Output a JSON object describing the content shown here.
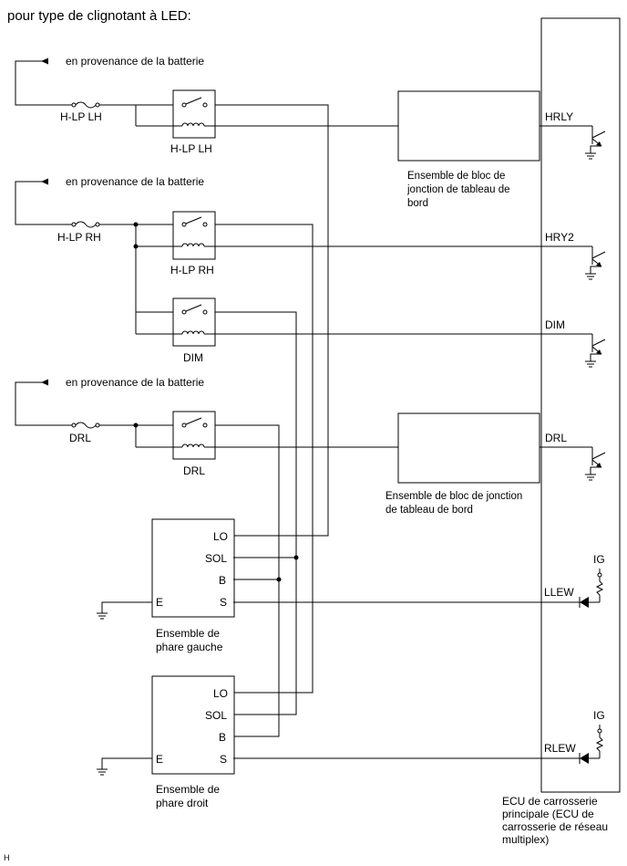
{
  "title": "pour type de clignotant à LED:",
  "footer_mark": "H",
  "sources": [
    {
      "text": "en provenance de la batterie"
    },
    {
      "text": "en provenance de la batterie"
    },
    {
      "text": "en provenance de la batterie"
    }
  ],
  "fuses": [
    {
      "label": "H-LP LH"
    },
    {
      "label": "H-LP RH"
    },
    {
      "label": "DRL"
    }
  ],
  "relays": [
    {
      "label": "H-LP LH"
    },
    {
      "label": "H-LP RH"
    },
    {
      "label": "DIM"
    },
    {
      "label": "DRL"
    }
  ],
  "junction_blocks": [
    {
      "lines": [
        "Ensemble de bloc de",
        "jonction de tableau de",
        "bord"
      ]
    },
    {
      "lines": [
        "Ensemble de bloc de jonction",
        "de tableau de bord"
      ]
    }
  ],
  "headlamps": [
    {
      "pins": [
        "LO",
        "SOL",
        "B",
        "S"
      ],
      "ground_pin": "E",
      "caption": [
        "Ensemble de",
        "phare gauche"
      ]
    },
    {
      "pins": [
        "LO",
        "SOL",
        "B",
        "S"
      ],
      "ground_pin": "E",
      "caption": [
        "Ensemble de",
        "phare droit"
      ]
    }
  ],
  "ecu": {
    "terminals": [
      "HRLY",
      "HRY2",
      "DIM",
      "DRL",
      "LLEW",
      "RLEW"
    ],
    "ig_labels": [
      "IG",
      "IG"
    ],
    "caption": [
      "ECU de carrosserie",
      "principale (ECU de",
      "carrosserie de réseau",
      "multiplex)"
    ]
  }
}
